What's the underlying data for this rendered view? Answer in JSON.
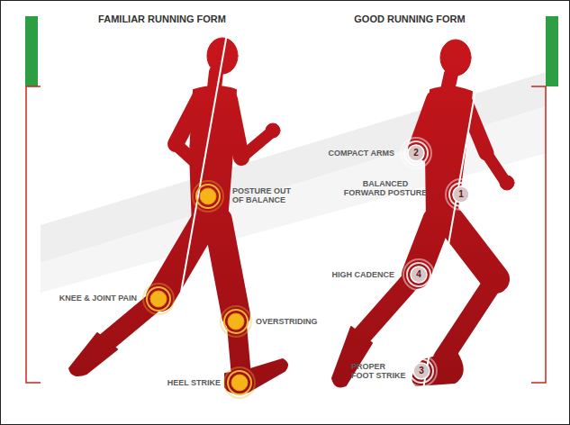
{
  "diagram": {
    "nodes": [
      {
        "text": [
          "POSTURE OUT OF BALANCE"
        ]
      },
      {
        "text": [
          "KNEE & JOINT PAIN"
        ]
      },
      {
        "text": [
          "OVERSTRIDING"
        ]
      },
      {
        "text": [
          "HEEL STRIKE"
        ]
      },
      {
        "text": [
          "2",
          "COMPACT ARMS"
        ]
      },
      {
        "text": [
          "1",
          "BALANCED FORWARD POSTURE"
        ]
      },
      {
        "text": [
          "4",
          "HIGH CADENCE"
        ]
      },
      {
        "text": [
          "3",
          "PROPER FOOT STRIKE"
        ]
      }
    ],
    "labels": [
      "FAMILIAR RUNNING FORM",
      "GOOD RUNNING FORM"
    ]
  }
}
